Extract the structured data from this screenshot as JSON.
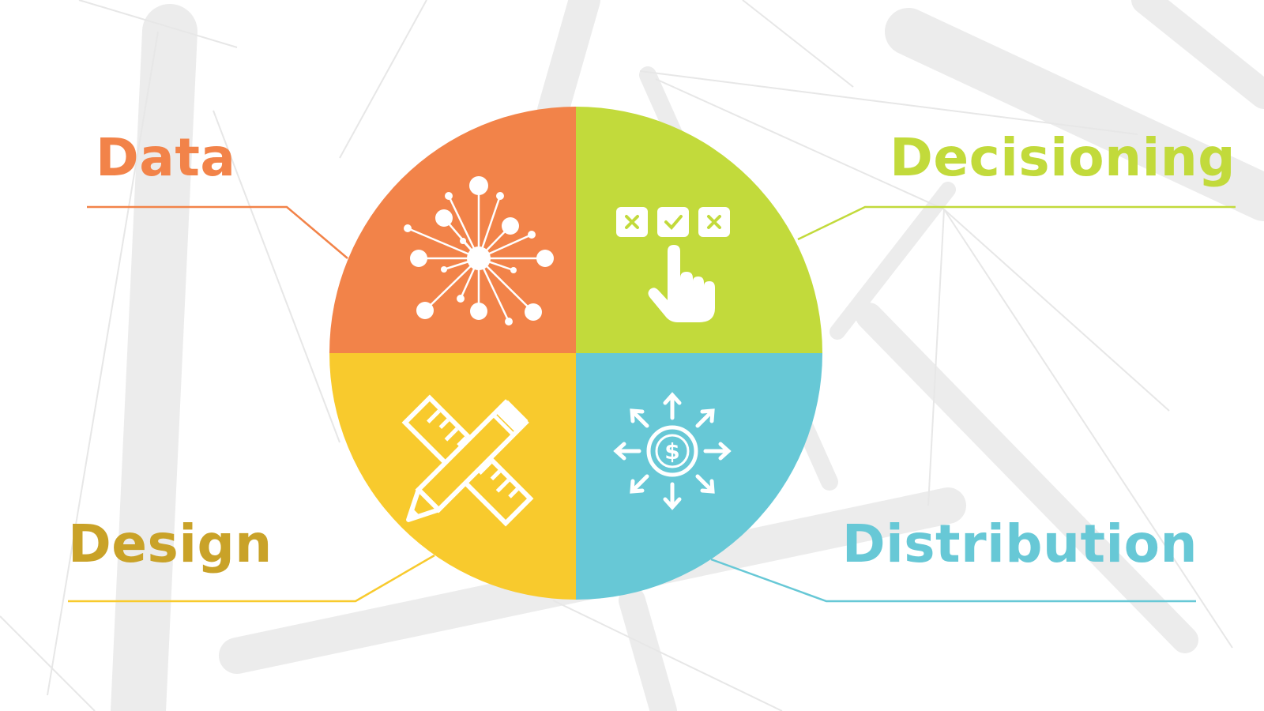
{
  "colors": {
    "data": "#f28349",
    "decisioning": "#c2da3b",
    "design": "#f8ca2d",
    "design_text": "#c9a228",
    "distribution": "#67c8d6",
    "icon": "#ffffff"
  },
  "segments": [
    {
      "key": "data",
      "label": "Data",
      "icon": "network-nodes-icon"
    },
    {
      "key": "decisioning",
      "label": "Decisioning",
      "icon": "pointer-checkbox-icon"
    },
    {
      "key": "design",
      "label": "Design",
      "icon": "pencil-ruler-icon"
    },
    {
      "key": "distribution",
      "label": "Distribution",
      "icon": "dollar-arrows-icon"
    }
  ]
}
